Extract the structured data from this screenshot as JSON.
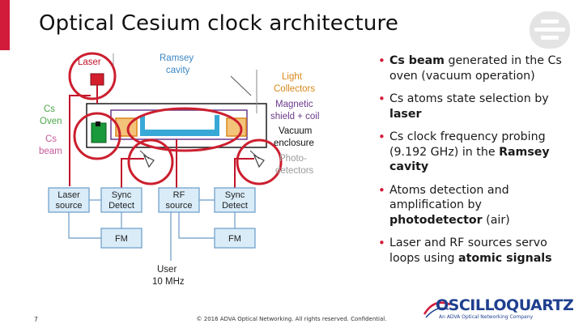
{
  "slide": {
    "title": "Optical Cesium clock architecture",
    "page_number": "7",
    "footer": "© 2016 ADVA Optical Networking. All rights reserved. Confidential."
  },
  "diagram": {
    "labels": {
      "laser": "Laser",
      "ramsey_line1": "Ramsey",
      "ramsey_line2": "cavity",
      "cs_oven_line1": "Cs",
      "cs_oven_line2": "Oven",
      "cs_beam_line1": "Cs",
      "cs_beam_line2": "beam",
      "light_line1": "Light",
      "light_line2": "Collectors",
      "magnetic_line1": "Magnetic",
      "magnetic_line2": "shield + coil",
      "vacuum_line1": "Vacuum",
      "vacuum_line2": "enclosure",
      "photo_line1": "Photo-",
      "photo_line2": "detectors",
      "user_line1": "User",
      "user_line2": "10 MHz"
    },
    "boxes": {
      "laser_source_line1": "Laser",
      "laser_source_line2": "source",
      "sync_detect1_line1": "Sync",
      "sync_detect1_line2": "Detect",
      "rf_source_line1": "RF",
      "rf_source_line2": "source",
      "sync_detect2_line1": "Sync",
      "sync_detect2_line2": "Detect",
      "fm1": "FM",
      "fm2": "FM"
    },
    "colors": {
      "highlight_ring": "#cc1f2f",
      "box_fill": "#d9ecf8",
      "box_stroke": "#6a9bc8",
      "cavity_blue": "#38a9d6",
      "oven_green": "#1a9a3a",
      "label_red": "#c0152b",
      "label_green": "#4aa74a",
      "label_blue": "#3b87c5",
      "label_purple": "#6b3a8c",
      "label_orange": "#d9881a",
      "label_pink": "#c65a9a",
      "label_gray": "#9a9a9a"
    }
  },
  "bullets": [
    {
      "b1": "Cs beam",
      "t1": " generated in the Cs oven (vacuum operation)"
    },
    {
      "t1": "Cs atoms state selection by ",
      "b1": "laser"
    },
    {
      "t1": "Cs clock frequency probing (9.192 GHz) in the ",
      "b1": "Ramsey cavity"
    },
    {
      "t1": "Atoms detection and amplification by ",
      "b1": "photodetector",
      "t2": " (air)"
    },
    {
      "t1": "Laser and RF sources servo loops using ",
      "b1": "atomic signals"
    }
  ],
  "brand": {
    "name": "OSCILLOQUARTZ",
    "tagline": "An ADVA Optical Networking Company"
  }
}
